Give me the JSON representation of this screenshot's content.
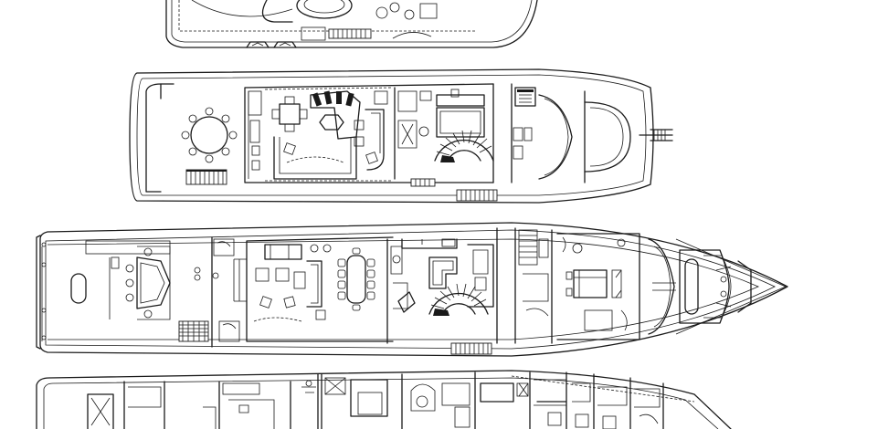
{
  "diagram": {
    "kind": "yacht general arrangement deck plans",
    "decks": [
      {
        "id": "sun-deck"
      },
      {
        "id": "bridge-deck"
      },
      {
        "id": "main-deck"
      },
      {
        "id": "lower-deck"
      }
    ],
    "colors": {
      "line": "#1a1a1a",
      "background": "#ffffff"
    }
  }
}
